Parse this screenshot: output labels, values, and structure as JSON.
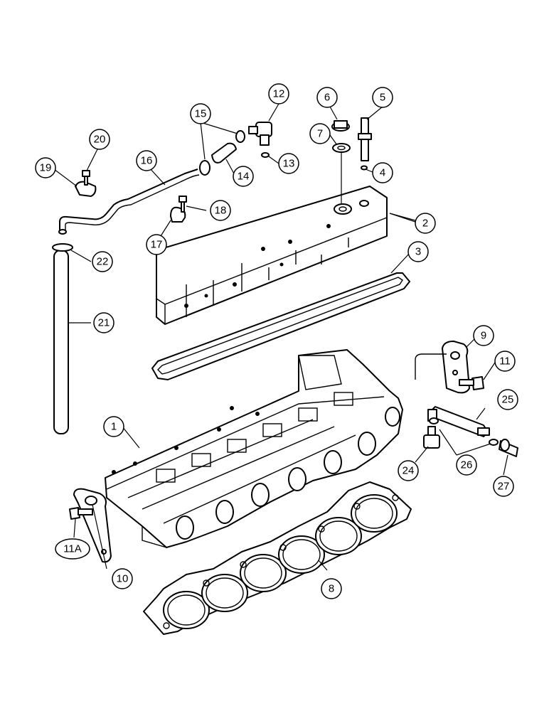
{
  "callouts": {
    "c1": "1",
    "c2": "2",
    "c3": "3",
    "c4": "4",
    "c5": "5",
    "c6": "6",
    "c7": "7",
    "c8": "8",
    "c9": "9",
    "c10": "10",
    "c11": "11",
    "c11a": "11A",
    "c12": "12",
    "c13": "13",
    "c14": "14",
    "c15": "15",
    "c16": "16",
    "c17": "17",
    "c18": "18",
    "c19": "19",
    "c20": "20",
    "c21": "21",
    "c22": "22",
    "c24": "24",
    "c25": "25",
    "c26": "26",
    "c27": "27"
  }
}
